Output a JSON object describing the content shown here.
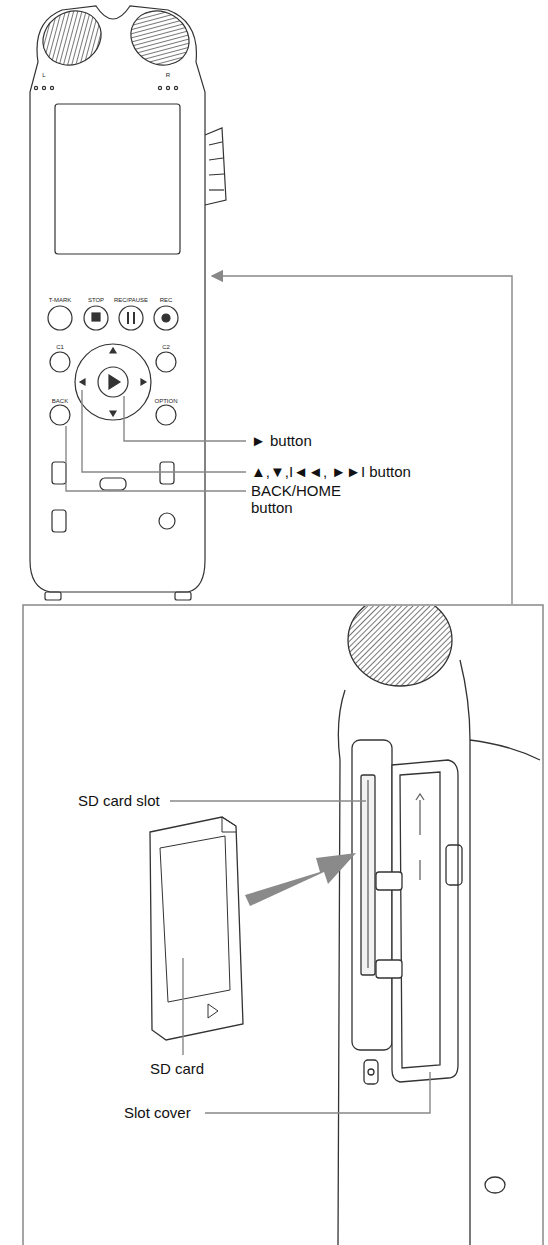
{
  "diagram": {
    "labels": [
      "L",
      "R",
      "T-MARK",
      "STOP",
      "REC/PAUSE",
      "REC",
      "C1",
      "C2",
      "BACK",
      "OPTION",
      "► button",
      "▲,▼,I◄◄, ►►I button",
      "BACK/HOME button",
      "SD card slot",
      "SD card",
      "Slot cover"
    ]
  }
}
